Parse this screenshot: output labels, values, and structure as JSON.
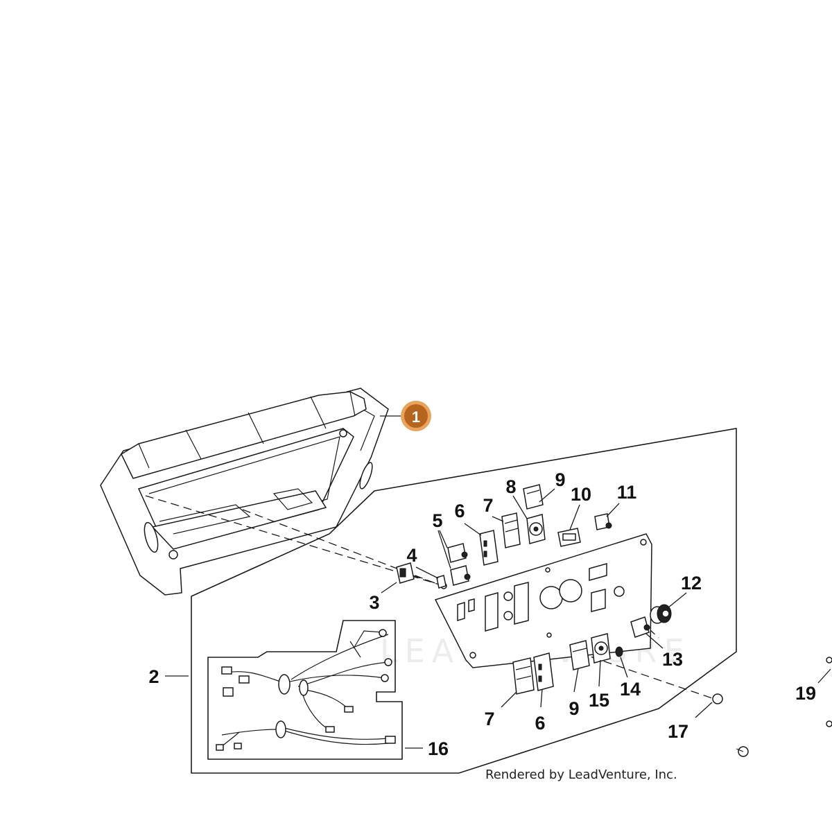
{
  "diagram": {
    "highlighted_callout": "1",
    "accent_color": "#b5651d",
    "accent_ring_color": "#e8a35c",
    "callouts": [
      {
        "id": "c2",
        "label": "2"
      },
      {
        "id": "c3",
        "label": "3"
      },
      {
        "id": "c4",
        "label": "4"
      },
      {
        "id": "c5",
        "label": "5"
      },
      {
        "id": "c6a",
        "label": "6"
      },
      {
        "id": "c7a",
        "label": "7"
      },
      {
        "id": "c8",
        "label": "8"
      },
      {
        "id": "c9a",
        "label": "9"
      },
      {
        "id": "c10",
        "label": "10"
      },
      {
        "id": "c11",
        "label": "11"
      },
      {
        "id": "c12",
        "label": "12"
      },
      {
        "id": "c13",
        "label": "13"
      },
      {
        "id": "c14",
        "label": "14"
      },
      {
        "id": "c15",
        "label": "15"
      },
      {
        "id": "c16",
        "label": "16"
      },
      {
        "id": "c17",
        "label": "17"
      },
      {
        "id": "c19",
        "label": "19"
      },
      {
        "id": "c7b",
        "label": "7"
      },
      {
        "id": "c6b",
        "label": "6"
      },
      {
        "id": "c9b",
        "label": "9"
      }
    ],
    "watermark": "LEADVENTURE",
    "credit": "Rendered by LeadVenture, Inc."
  }
}
